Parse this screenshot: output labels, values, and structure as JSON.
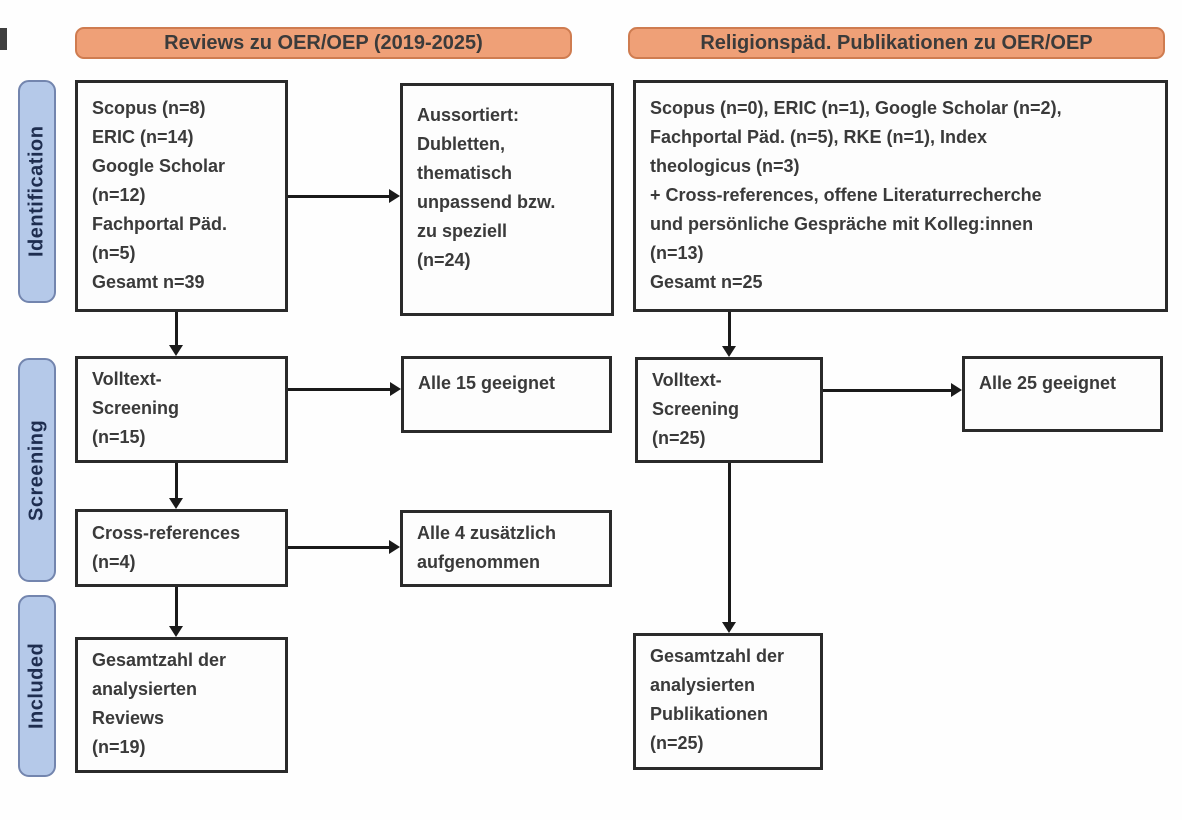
{
  "headers": {
    "left": "Reviews zu OER/OEP (2019-2025)",
    "right": "Religionspäd. Publikationen zu OER/OEP"
  },
  "stages": {
    "identification": "Identification",
    "screening": "Screening",
    "included": "Included"
  },
  "left_column": {
    "identification_box": {
      "lines": [
        "Scopus (n=8)",
        "ERIC (n=14)",
        "Google Scholar",
        "(n=12)",
        "Fachportal Päd.",
        "(n=5)",
        "Gesamt n=39"
      ]
    },
    "excluded_box": {
      "lines": [
        "Aussortiert:",
        "Dubletten,",
        "thematisch",
        "unpassend bzw.",
        "zu speziell",
        "(n=24)"
      ]
    },
    "fulltext_box": {
      "lines": [
        "Volltext-",
        "Screening",
        "(n=15)"
      ]
    },
    "fulltext_result_box": {
      "lines": [
        "Alle 15 geeignet"
      ]
    },
    "crossref_box": {
      "lines": [
        "Cross-references",
        "(n=4)"
      ]
    },
    "crossref_result_box": {
      "lines": [
        "Alle 4 zusätzlich",
        "aufgenommen"
      ]
    },
    "included_box": {
      "lines": [
        "Gesamtzahl der",
        "analysierten",
        "Reviews",
        "(n=19)"
      ]
    }
  },
  "right_column": {
    "identification_box": {
      "lines": [
        "Scopus (n=0), ERIC (n=1), Google Scholar (n=2),",
        "Fachportal Päd. (n=5), RKE (n=1), Index",
        "theologicus (n=3)",
        "+ Cross-references, offene Literaturrecherche",
        "und persönliche Gespräche mit Kolleg:innen",
        "(n=13)",
        "Gesamt n=25"
      ]
    },
    "fulltext_box": {
      "lines": [
        "Volltext-",
        "Screening",
        "(n=25)"
      ]
    },
    "fulltext_result_box": {
      "lines": [
        "Alle 25 geeignet"
      ]
    },
    "included_box": {
      "lines": [
        "Gesamtzahl der",
        "analysierten",
        "Publikationen",
        "(n=25)"
      ]
    }
  },
  "colors": {
    "header_fill": "#efa077",
    "header_border": "#cf7c50",
    "stage_fill": "#b5c9e9",
    "stage_border": "#7385ae",
    "box_border": "#2a2a2a",
    "arrow": "#1a1a1a",
    "text": "#3a3a3a",
    "stage_text": "#1e2d4f"
  }
}
